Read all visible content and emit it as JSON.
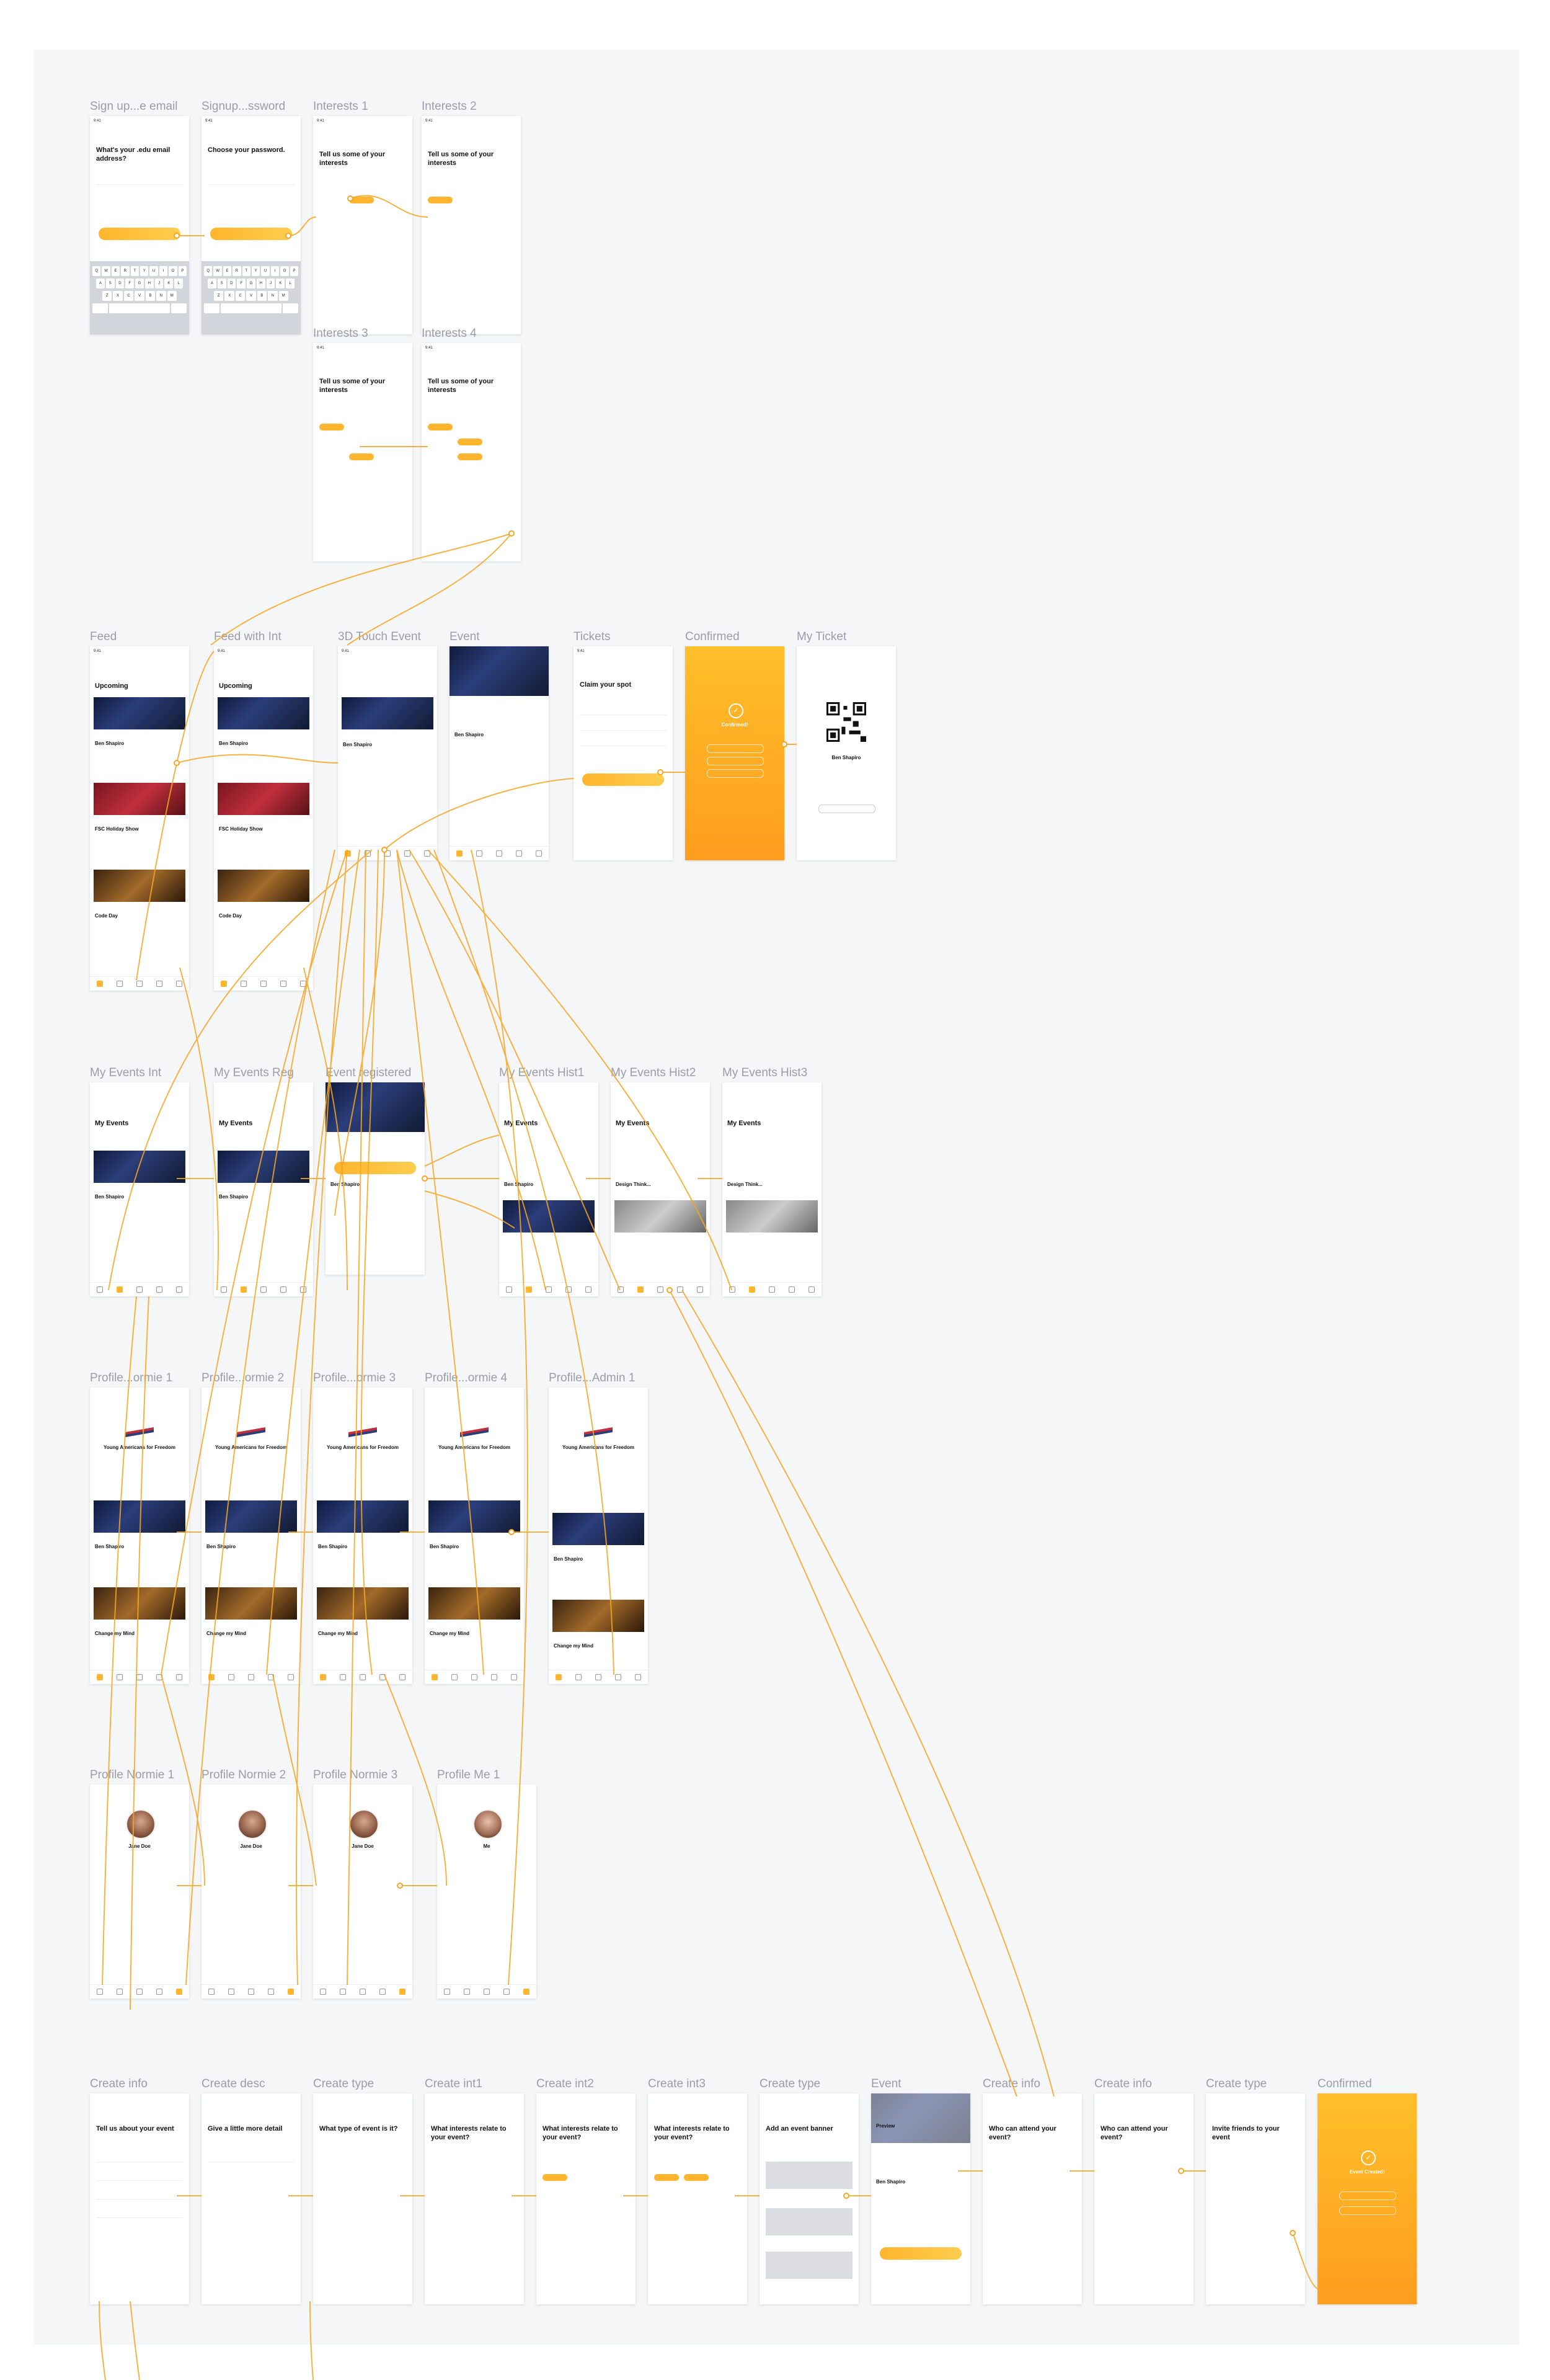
{
  "frames": {
    "signup_email": {
      "label": "Sign up...e email",
      "heading": "What's your .edu email address?"
    },
    "signup_password": {
      "label": "Signup...ssword",
      "heading": "Choose your password."
    },
    "interests_1": {
      "label": "Interests 1",
      "heading": "Tell us some of your interests"
    },
    "interests_2": {
      "label": "Interests 2",
      "heading": "Tell us some of your interests"
    },
    "interests_3": {
      "label": "Interests 3",
      "heading": "Tell us some of your interests"
    },
    "interests_4": {
      "label": "Interests 4",
      "heading": "Tell us some of your interests"
    },
    "feed": {
      "label": "Feed",
      "section": "Upcoming",
      "card1": "Ben Shapiro",
      "card2": "FSC Holiday Show",
      "card3": "Code Day"
    },
    "feed_int": {
      "label": "Feed with Int",
      "section": "Upcoming",
      "card1": "Ben Shapiro",
      "card2": "FSC Holiday Show",
      "card3": "Code Day"
    },
    "touch_event": {
      "label": "3D Touch Event",
      "card1": "Ben Shapiro"
    },
    "event": {
      "label": "Event",
      "card1": "Ben Shapiro"
    },
    "tickets": {
      "label": "Tickets",
      "heading": "Claim your spot"
    },
    "confirmed": {
      "label": "Confirmed",
      "heading": "Confirmed!"
    },
    "my_ticket": {
      "label": "My Ticket",
      "heading": "Ben Shapiro"
    },
    "my_events_int": {
      "label": "My Events Int",
      "heading": "My Events",
      "card1": "Ben Shapiro"
    },
    "my_events_reg": {
      "label": "My Events Reg",
      "heading": "My Events",
      "card1": "Ben Shapiro"
    },
    "event_registered": {
      "label": "Event registered",
      "card1": "Ben Shapiro"
    },
    "my_events_hist1": {
      "label": "My Events Hist1",
      "heading": "My Events",
      "card1": "Ben Shapiro"
    },
    "my_events_hist2": {
      "label": "My Events Hist2",
      "heading": "My Events",
      "card1": "Design Think..."
    },
    "my_events_hist3": {
      "label": "My Events Hist3",
      "heading": "My Events",
      "card1": "Design Think..."
    },
    "profile_org_1": {
      "label": "Profile...ormie 1",
      "org": "Young Americans for Freedom",
      "card1": "Ben Shapiro",
      "card2": "Change my Mind"
    },
    "profile_org_2": {
      "label": "Profile...ormie 2",
      "org": "Young Americans for Freedom",
      "card1": "Ben Shapiro",
      "card2": "Change my Mind"
    },
    "profile_org_3": {
      "label": "Profile...ormie 3",
      "org": "Young Americans for Freedom",
      "card1": "Ben Shapiro",
      "card2": "Change my Mind"
    },
    "profile_org_4": {
      "label": "Profile...ormie 4",
      "org": "Young Americans for Freedom",
      "card1": "Ben Shapiro",
      "card2": "Change my Mind"
    },
    "profile_admin_1": {
      "label": "Profile...Admin 1",
      "org": "Young Americans for Freedom",
      "card1": "Ben Shapiro",
      "card2": "Change my Mind"
    },
    "profile_normie_1": {
      "label": "Profile Normie 1",
      "name": "Jane Doe"
    },
    "profile_normie_2": {
      "label": "Profile Normie 2",
      "name": "Jane Doe"
    },
    "profile_normie_3": {
      "label": "Profile Normie 3",
      "name": "Jane Doe"
    },
    "profile_me_1": {
      "label": "Profile Me 1",
      "name": "Me"
    },
    "create_info": {
      "label": "Create info",
      "heading": "Tell us about your event"
    },
    "create_desc": {
      "label": "Create desc",
      "heading": "Give a little more detail"
    },
    "create_type": {
      "label": "Create type",
      "heading": "What type of event is it?"
    },
    "create_int1": {
      "label": "Create int1",
      "heading": "What interests relate to your event?"
    },
    "create_int2": {
      "label": "Create int2",
      "heading": "What interests relate to your event?"
    },
    "create_int3": {
      "label": "Create int3",
      "heading": "What interests relate to your event?"
    },
    "create_type_banner": {
      "label": "Create type",
      "heading": "Add an event banner"
    },
    "event_preview": {
      "label": "Event",
      "heading": "Preview",
      "card1": "Ben Shapiro"
    },
    "create_info_2": {
      "label": "Create info",
      "heading": "Who can attend your event?"
    },
    "create_info_3": {
      "label": "Create info",
      "heading": "Who can attend your event?"
    },
    "create_type_invite": {
      "label": "Create type",
      "heading": "Invite friends to your event"
    },
    "confirmed_2": {
      "label": "Confirmed",
      "heading": "Event Created!"
    }
  },
  "colors": {
    "accent": "#ffb52e",
    "wire": "#f5a623",
    "canvas": "#f5f6f8"
  }
}
